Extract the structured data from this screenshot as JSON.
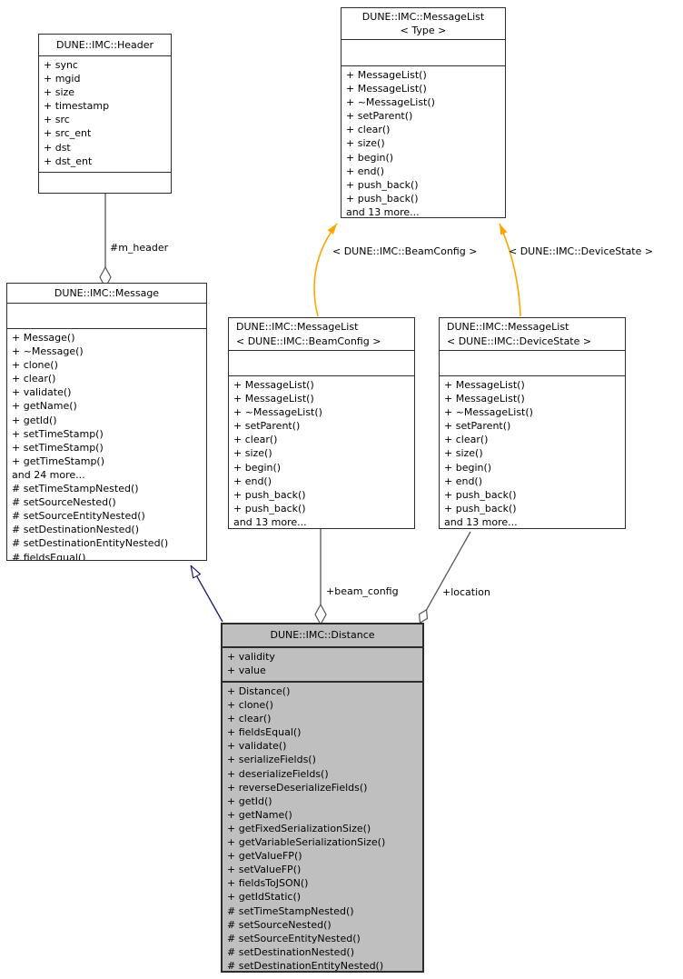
{
  "diagram": {
    "classes": {
      "header": {
        "title": [
          "DUNE::IMC::Header"
        ],
        "attributes": [
          "+ sync",
          "+ mgid",
          "+ size",
          "+ timestamp",
          "+ src",
          "+ src_ent",
          "+ dst",
          "+ dst_ent"
        ],
        "methods": []
      },
      "messagelist_type": {
        "title": [
          "DUNE::IMC::MessageList",
          "< Type >"
        ],
        "attributes": [],
        "methods": [
          "+ MessageList()",
          "+ MessageList()",
          "+ ~MessageList()",
          "+ setParent()",
          "+ clear()",
          "+ size()",
          "+ begin()",
          "+ end()",
          "+ push_back()",
          "+ push_back()",
          "and 13 more..."
        ]
      },
      "message": {
        "title": [
          "DUNE::IMC::Message"
        ],
        "attributes": [],
        "methods": [
          "+ Message()",
          "+ ~Message()",
          "+ clone()",
          "+ clear()",
          "+ validate()",
          "+ getName()",
          "+ getId()",
          "+ setTimeStamp()",
          "+ setTimeStamp()",
          "+ getTimeStamp()",
          "and 24 more...",
          "# setTimeStampNested()",
          "# setSourceNested()",
          "# setSourceEntityNested()",
          "# setDestinationNested()",
          "# setDestinationEntityNested()",
          "# fieldsEqual()"
        ]
      },
      "messagelist_beamconfig": {
        "title": [
          "DUNE::IMC::MessageList",
          "< DUNE::IMC::BeamConfig >"
        ],
        "attributes": [],
        "methods": [
          "+ MessageList()",
          "+ MessageList()",
          "+ ~MessageList()",
          "+ setParent()",
          "+ clear()",
          "+ size()",
          "+ begin()",
          "+ end()",
          "+ push_back()",
          "+ push_back()",
          "and 13 more..."
        ]
      },
      "messagelist_devicestate": {
        "title": [
          "DUNE::IMC::MessageList",
          "< DUNE::IMC::DeviceState >"
        ],
        "attributes": [],
        "methods": [
          "+ MessageList()",
          "+ MessageList()",
          "+ ~MessageList()",
          "+ setParent()",
          "+ clear()",
          "+ size()",
          "+ begin()",
          "+ end()",
          "+ push_back()",
          "+ push_back()",
          "and 13 more..."
        ]
      },
      "distance": {
        "title": [
          "DUNE::IMC::Distance"
        ],
        "attributes": [
          "+ validity",
          "+ value"
        ],
        "methods": [
          "+ Distance()",
          "+ clone()",
          "+ clear()",
          "+ fieldsEqual()",
          "+ validate()",
          "+ serializeFields()",
          "+ deserializeFields()",
          "+ reverseDeserializeFields()",
          "+ getId()",
          "+ getName()",
          "+ getFixedSerializationSize()",
          "+ getVariableSerializationSize()",
          "+ getValueFP()",
          "+ setValueFP()",
          "+ fieldsToJSON()",
          "+ getIdStatic()",
          "# setTimeStampNested()",
          "# setSourceNested()",
          "# setSourceEntityNested()",
          "# setDestinationNested()",
          "# setDestinationEntityNested()"
        ]
      }
    },
    "edge_labels": {
      "m_header": "#m_header",
      "template_beamconfig": "< DUNE::IMC::BeamConfig >",
      "template_devicestate": "< DUNE::IMC::DeviceState >",
      "beam_config": "+beam_config",
      "location": "+location"
    },
    "colors": {
      "background": "#FFFFFF",
      "node_border": "#2D2D2D",
      "node_fill": "#FFFFFF",
      "current_node_fill": "#BFBFBF",
      "text": "#000000",
      "template_edge": "#FFA500",
      "inheritance_edge": "#191970",
      "member_edge": "#555555"
    }
  }
}
